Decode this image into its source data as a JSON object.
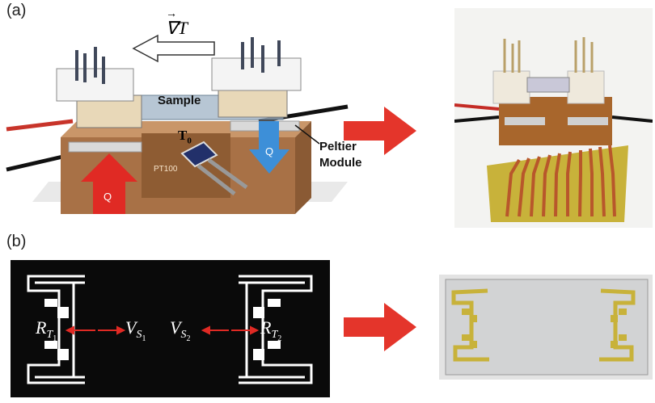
{
  "panels": {
    "a": {
      "label": "(a)",
      "gradient_label": "∇T",
      "gradient_arrow": "→",
      "sample_label": "Sample",
      "t0_main": "T",
      "t0_sub": "0",
      "pt100_label": "PT100",
      "q_left": "Q",
      "q_right": "Q",
      "peltier_line1": "Peltier",
      "peltier_line2": "Module"
    },
    "b": {
      "label": "(b)",
      "rt1_main": "R",
      "rt1_sub": "T",
      "rt1_subsub": "1",
      "vs1_main": "V",
      "vs1_sub": "S",
      "vs1_subsub": "1",
      "vs2_main": "V",
      "vs2_sub": "S",
      "vs2_subsub": "2",
      "rt2_main": "R",
      "rt2_sub": "T",
      "rt2_subsub": "2"
    }
  },
  "colors": {
    "arrow_red": "#e4352b",
    "q_red": "#e02a24",
    "q_blue": "#3d8fd8",
    "block_brown": "#b07a4e",
    "board_yellow": "#c8b23a",
    "pattern_black": "#0a0a0a"
  }
}
